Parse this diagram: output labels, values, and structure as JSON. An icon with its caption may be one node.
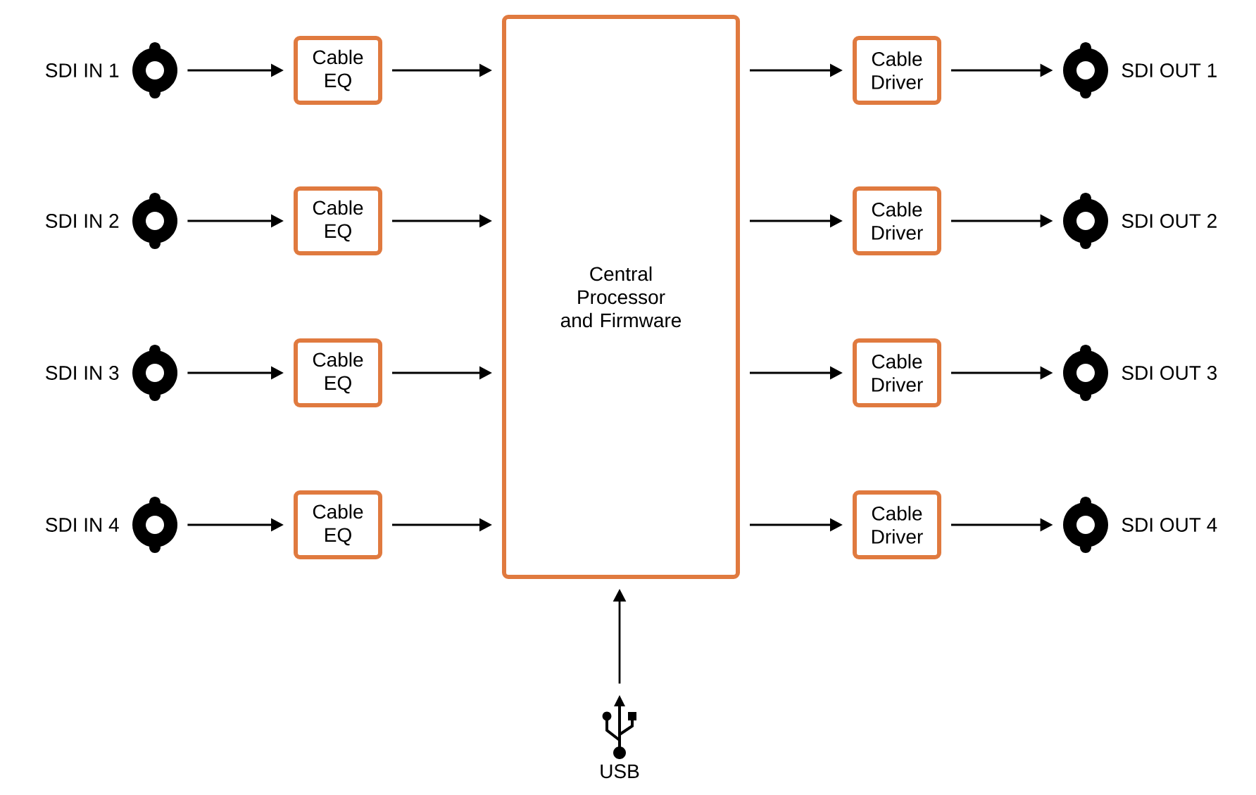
{
  "diagram": {
    "nodes": [
      {
        "text": [],
        "shape": "connector",
        "beside": [
          "SDI IN 1"
        ]
      },
      {
        "text": [],
        "shape": "connector",
        "beside": [
          "SDI IN 2"
        ]
      },
      {
        "text": [],
        "shape": "connector",
        "beside": [
          "SDI IN 3"
        ]
      },
      {
        "text": [],
        "shape": "connector",
        "beside": [
          "SDI IN 4"
        ]
      },
      {
        "text": [
          "Cable EQ"
        ]
      },
      {
        "text": [
          "Cable EQ"
        ]
      },
      {
        "text": [
          "Cable EQ"
        ]
      },
      {
        "text": [
          "Cable EQ"
        ]
      },
      {
        "text": [
          "Central Processor and Firmware"
        ]
      },
      {
        "text": [
          "Cable Driver"
        ]
      },
      {
        "text": [
          "Cable Driver"
        ]
      },
      {
        "text": [
          "Cable Driver"
        ]
      },
      {
        "text": [
          "Cable Driver"
        ]
      },
      {
        "text": [],
        "shape": "connector",
        "beside": [
          "SDI OUT 1"
        ]
      },
      {
        "text": [],
        "shape": "connector",
        "beside": [
          "SDI OUT 2"
        ]
      },
      {
        "text": [],
        "shape": "connector",
        "beside": [
          "SDI OUT 3"
        ]
      },
      {
        "text": [],
        "shape": "connector",
        "beside": [
          "SDI OUT 4"
        ]
      },
      {
        "text": [],
        "shape": "icon",
        "beside": [
          "USB"
        ]
      }
    ],
    "edges": [
      {
        "from": 0,
        "to": 4,
        "arrow": "to"
      },
      {
        "from": 1,
        "to": 5,
        "arrow": "to"
      },
      {
        "from": 2,
        "to": 6,
        "arrow": "to"
      },
      {
        "from": 3,
        "to": 7,
        "arrow": "to"
      },
      {
        "from": 4,
        "to": 8,
        "arrow": "to"
      },
      {
        "from": 5,
        "to": 8,
        "arrow": "to"
      },
      {
        "from": 6,
        "to": 8,
        "arrow": "to"
      },
      {
        "from": 7,
        "to": 8,
        "arrow": "to"
      },
      {
        "from": 8,
        "to": 9,
        "arrow": "to"
      },
      {
        "from": 8,
        "to": 10,
        "arrow": "to"
      },
      {
        "from": 8,
        "to": 11,
        "arrow": "to"
      },
      {
        "from": 8,
        "to": 12,
        "arrow": "to"
      },
      {
        "from": 9,
        "to": 13,
        "arrow": "to"
      },
      {
        "from": 10,
        "to": 14,
        "arrow": "to"
      },
      {
        "from": 11,
        "to": 15,
        "arrow": "to"
      },
      {
        "from": 12,
        "to": 16,
        "arrow": "to"
      },
      {
        "from": 17,
        "to": 8,
        "arrow": "to"
      }
    ]
  }
}
